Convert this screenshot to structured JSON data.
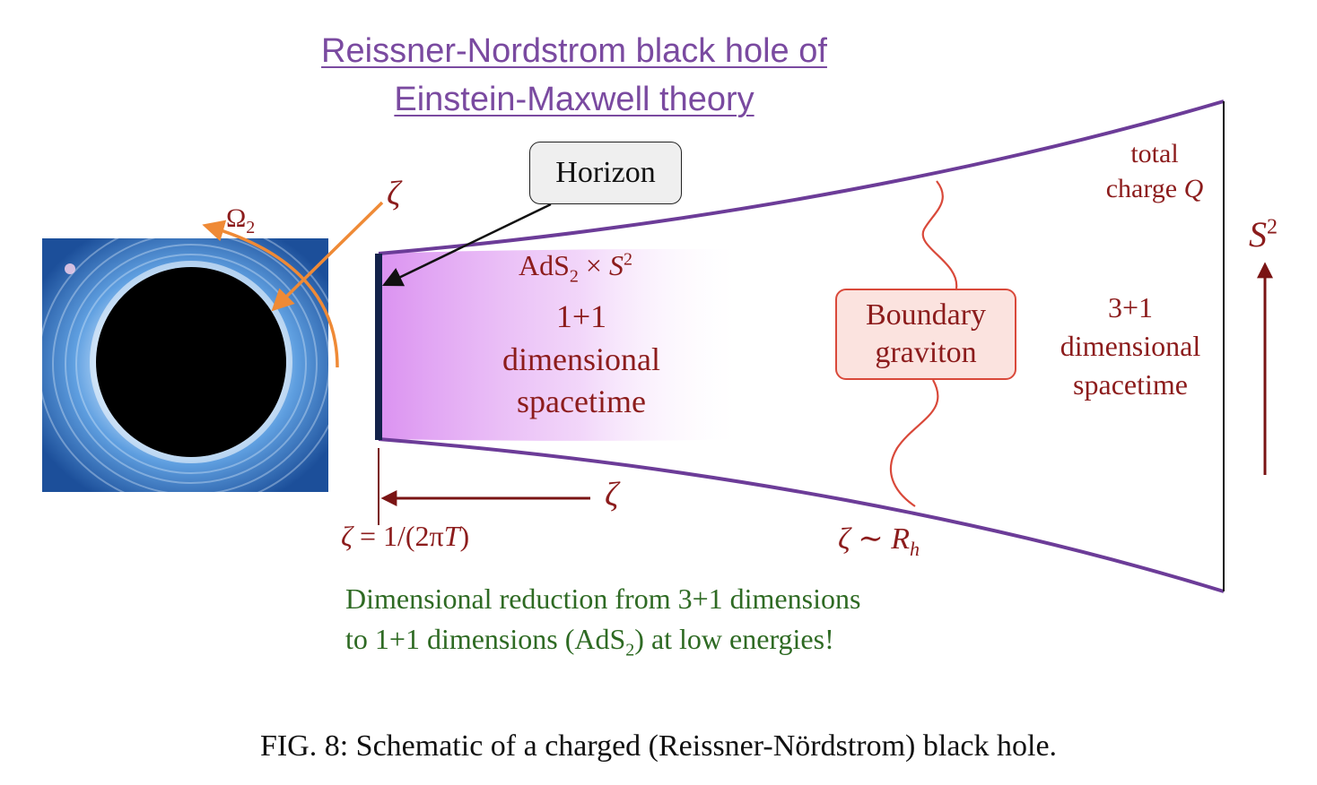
{
  "title": {
    "line1": "Reissner-Nordstrom black hole of",
    "line2": "Einstein-Maxwell theory"
  },
  "labels": {
    "horizon": "Horizon",
    "zeta_top": "ζ",
    "omega": "Ω",
    "omega_sub": "2",
    "ads_prefix": "AdS",
    "ads_sub": "2",
    "ads_times": " × ",
    "ads_S": "S",
    "ads_sup": "2",
    "inner_line1": "1+1",
    "inner_line2": "dimensional",
    "inner_line3": "spacetime",
    "charge_line1": "total",
    "charge_line2": "charge ",
    "charge_Q": "Q",
    "boundary_line1": "Boundary",
    "boundary_line2": "graviton",
    "outer_line1": "3+1",
    "outer_line2": "dimensional",
    "outer_line3": "spacetime",
    "s2_S": "S",
    "s2_sup": "2",
    "zeta_arrow": "ζ",
    "zeta_eq_zeta": "ζ",
    "zeta_eq_rest": " = 1/(2π",
    "zeta_eq_T": "T",
    "zeta_eq_close": ")",
    "zeta_rh_zeta": "ζ",
    "zeta_rh_sim": " ∼ ",
    "zeta_rh_R": "R",
    "zeta_rh_sub": "h",
    "reduction_line1": "Dimensional reduction from 3+1 dimensions",
    "reduction_line2_a": "to 1+1 dimensions (AdS",
    "reduction_line2_sub": "2",
    "reduction_line2_b": ") at low energies!"
  },
  "caption": "FIG. 8: Schematic of a charged (Reissner-Nördstrom) black hole.",
  "colors": {
    "title": "#7a4aa0",
    "label_red": "#8c1c1c",
    "boundary_purple": "#6c3c98",
    "orange": "#ef8a36",
    "graviton_red": "#d9493a",
    "green_text": "#2e6a23",
    "region_fill": "#d98cf0",
    "arrow_dark_red": "#7a1414"
  }
}
